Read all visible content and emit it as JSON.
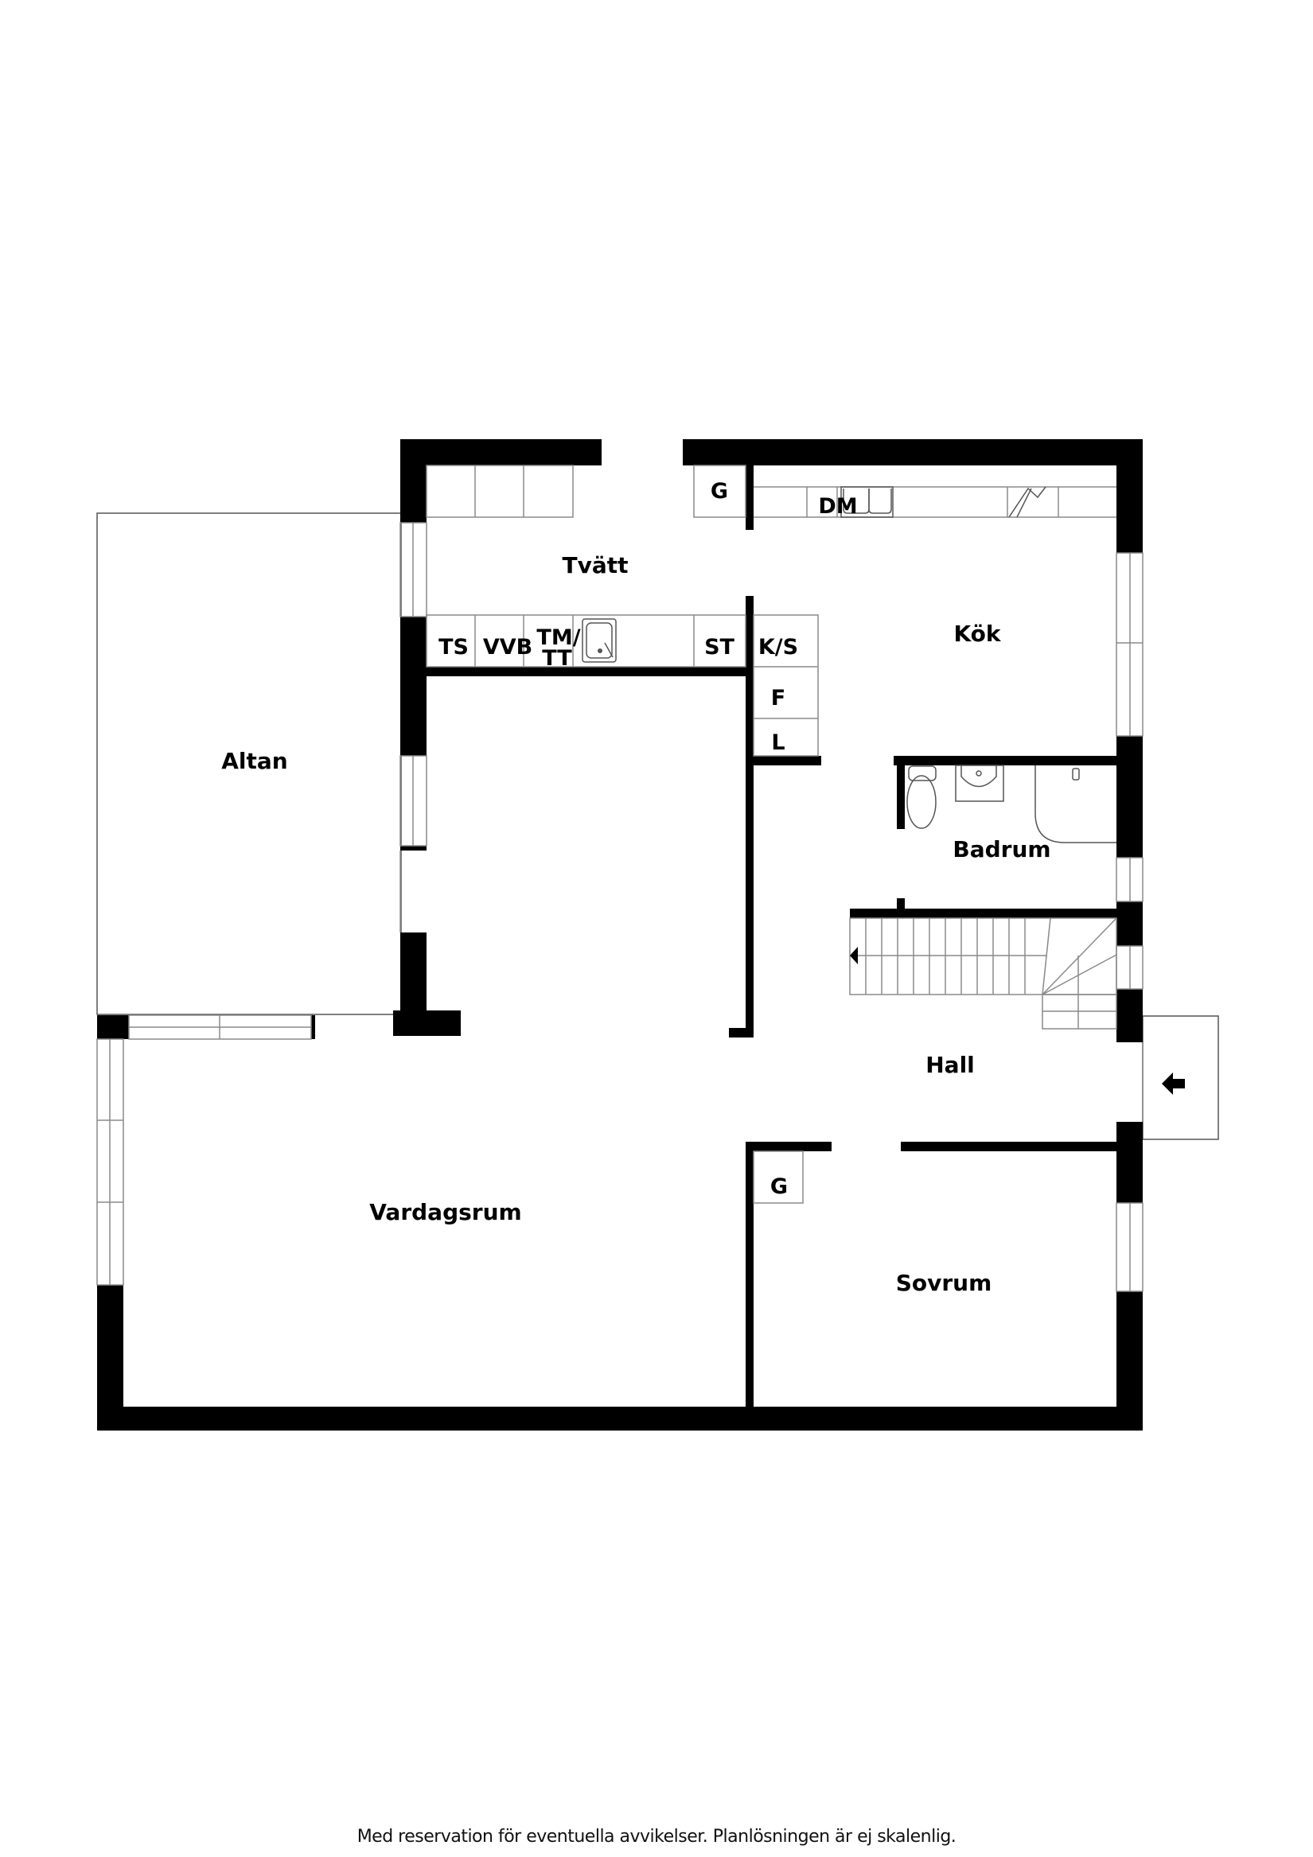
{
  "floorplan": {
    "rooms": {
      "tvatt": "Tvätt",
      "kok": "Kök",
      "altan": "Altan",
      "badrum": "Badrum",
      "hall": "Hall",
      "vardagsrum": "Vardagsrum",
      "sovrum": "Sovrum"
    },
    "fixtures": {
      "garderob_tvatt": "G",
      "diskmaskin": "DM",
      "torkskap": "TS",
      "varmvattenberedare": "VVB",
      "tvattmaskin_line1": "TM/",
      "tvattmaskin_line2": "TT",
      "stadskap": "ST",
      "kyl_sval": "K/S",
      "frys": "F",
      "linneskap": "L",
      "garderob_sovrum": "G"
    },
    "icons": [
      "stair-direction-arrow-icon",
      "entrance-arrow-icon",
      "toilet-icon",
      "washbasin-icon",
      "shower-icon",
      "sink-icon",
      "double-sink-icon",
      "stove-icon"
    ]
  },
  "footer": {
    "disclaimer": "Med reservation för eventuella avvikelser. Planlösningen är ej skalenlig."
  }
}
